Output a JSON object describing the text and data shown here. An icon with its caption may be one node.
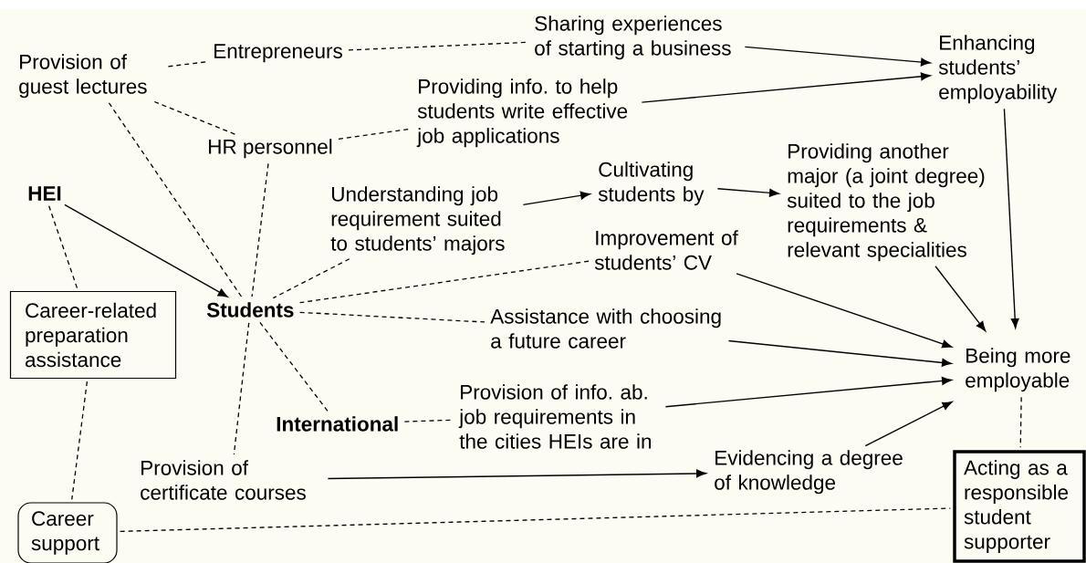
{
  "diagram": {
    "nodes": [
      {
        "text": [
          "Provision of guest lectures"
        ]
      },
      {
        "text": [
          "Entrepreneurs"
        ]
      },
      {
        "text": [
          "Sharing experiences of starting a business"
        ]
      },
      {
        "text": [
          "Enhancing students’ employability"
        ]
      },
      {
        "text": [
          "HR personnel"
        ]
      },
      {
        "text": [
          "Providing info. to help students write effective job applications"
        ]
      },
      {
        "text": [
          "HEI"
        ]
      },
      {
        "text": [
          "Understanding job requirement suited to students’ majors"
        ]
      },
      {
        "text": [
          "Cultivating students by"
        ]
      },
      {
        "text": [
          "Providing another major (a joint degree) suited to the job requirements & relevant specialities"
        ]
      },
      {
        "text": [
          "Improvement of students’ CV"
        ]
      },
      {
        "text": [
          "Students"
        ]
      },
      {
        "text": [
          "Career-related preparation assistance"
        ]
      },
      {
        "text": [
          "Assistance with choosing a future career"
        ]
      },
      {
        "text": [
          "Being more employable"
        ]
      },
      {
        "text": [
          "International"
        ]
      },
      {
        "text": [
          "Provision of info. ab. job requirements in the cities HEIs are in"
        ]
      },
      {
        "text": [
          "Provision of certificate courses"
        ]
      },
      {
        "text": [
          "Evidencing a degree of knowledge"
        ]
      },
      {
        "text": [
          "Acting as a responsible student supporter"
        ]
      },
      {
        "text": [
          "Career support"
        ]
      }
    ],
    "edges": [
      {
        "from": 0,
        "to": 1,
        "arrow": "none",
        "style": "dashed"
      },
      {
        "from": 1,
        "to": 2,
        "arrow": "none",
        "style": "dashed"
      },
      {
        "from": 2,
        "to": 3,
        "arrow": "to"
      },
      {
        "from": 0,
        "to": 4,
        "arrow": "none",
        "style": "dashed"
      },
      {
        "from": 4,
        "to": 5,
        "arrow": "none",
        "style": "dashed"
      },
      {
        "from": 5,
        "to": 3,
        "arrow": "to"
      },
      {
        "from": 0,
        "to": 11,
        "arrow": "none",
        "style": "dashed"
      },
      {
        "from": 4,
        "to": 11,
        "arrow": "none",
        "style": "dashed"
      },
      {
        "from": 6,
        "to": 11,
        "arrow": "to"
      },
      {
        "from": 6,
        "to": 12,
        "arrow": "none",
        "style": "dashed"
      },
      {
        "from": 7,
        "to": 11,
        "arrow": "none",
        "style": "dashed"
      },
      {
        "from": 7,
        "to": 8,
        "arrow": "to"
      },
      {
        "from": 8,
        "to": 9,
        "arrow": "to"
      },
      {
        "from": 10,
        "to": 11,
        "arrow": "none",
        "style": "dashed"
      },
      {
        "from": 11,
        "to": 13,
        "arrow": "none",
        "style": "dashed"
      },
      {
        "from": 11,
        "to": 15,
        "arrow": "none",
        "style": "dashed"
      },
      {
        "from": 11,
        "to": 17,
        "arrow": "none",
        "style": "dashed"
      },
      {
        "from": 15,
        "to": 16,
        "arrow": "none",
        "style": "dashed"
      },
      {
        "from": 3,
        "to": 14,
        "arrow": "to"
      },
      {
        "from": 9,
        "to": 14,
        "arrow": "to"
      },
      {
        "from": 10,
        "to": 14,
        "arrow": "to"
      },
      {
        "from": 13,
        "to": 14,
        "arrow": "to"
      },
      {
        "from": 16,
        "to": 14,
        "arrow": "to"
      },
      {
        "from": 18,
        "to": 14,
        "arrow": "to"
      },
      {
        "from": 17,
        "to": 18,
        "arrow": "to"
      },
      {
        "from": 14,
        "to": 19,
        "arrow": "none",
        "style": "dashed"
      },
      {
        "from": 12,
        "to": 20,
        "arrow": "none",
        "style": "dashed"
      },
      {
        "from": 20,
        "to": 19,
        "arrow": "none",
        "style": "dashed"
      }
    ]
  }
}
